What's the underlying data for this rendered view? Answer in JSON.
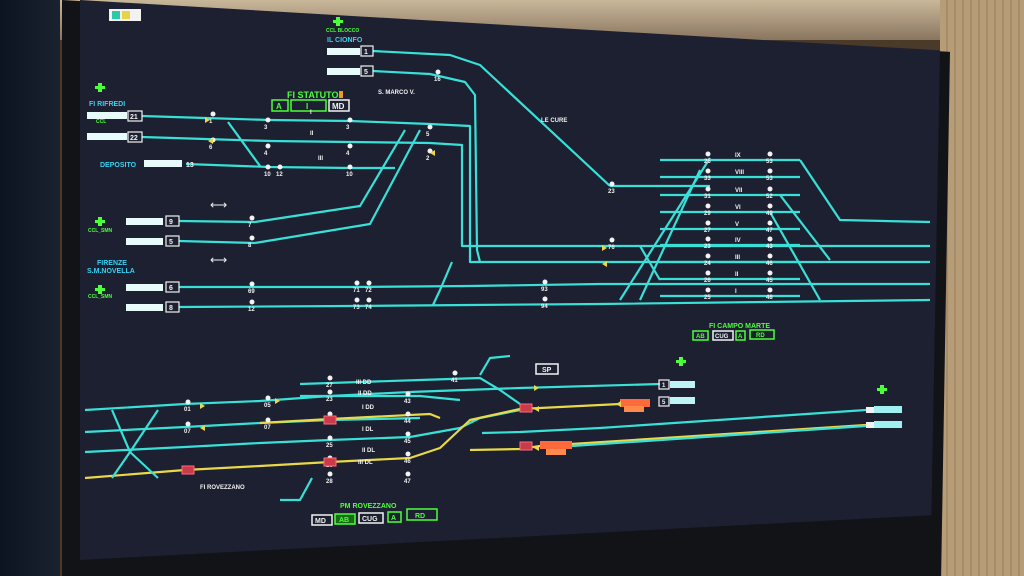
{
  "app": {
    "type": "railway interlocking / signalling control panel",
    "indicator_colors": [
      "#2ec7a8",
      "#e8d24a"
    ]
  },
  "colors": {
    "track": "#38e0d8",
    "route_set": "#e8d84a",
    "occupied": "#ff5a3a",
    "label_cyan": "#3ad0f0",
    "label_green": "#4dff3a",
    "label_white": "#f2f2f2",
    "background": "#1c2030"
  },
  "stations": {
    "fi_statuto": {
      "name": "FI STATUTO",
      "buttons": [
        {
          "label": "A",
          "style": "green"
        },
        {
          "label": "I",
          "style": "green"
        },
        {
          "label": "MD",
          "style": "white"
        }
      ],
      "status_lamp": "#e89a2a"
    },
    "fi_campo_marte": {
      "name": "FI CAMPO MARTE",
      "buttons": [
        {
          "label": "AB",
          "style": "green"
        },
        {
          "label": "CUG",
          "style": "white"
        },
        {
          "label": "A",
          "style": "green"
        },
        {
          "label": "RD",
          "style": "green"
        }
      ]
    },
    "pm_rovezzano": {
      "name": "PM ROVEZZANO",
      "buttons": [
        {
          "label": "MD",
          "style": "white"
        },
        {
          "label": "AB",
          "style": "green"
        },
        {
          "label": "CUG",
          "style": "white"
        },
        {
          "label": "A",
          "style": "green"
        },
        {
          "label": "RD",
          "style": "green"
        }
      ]
    }
  },
  "place_labels": {
    "fi_rifredi": "FI RIFREDI",
    "il_cionfo": "IL CIONFO",
    "deposito": "DEPOSITO",
    "firenze_smn_1": "FIRENZE",
    "firenze_smn_2": "S.M.NOVELLA",
    "s_marco_v": "S. MARCO V.",
    "le_cure": "LE CURE",
    "fi_rovezzano": "FI ROVEZZANO",
    "sp_button": "SP",
    "ccl_rifredi": "CCL",
    "ccl_cionfo": "CCL BLOCCO",
    "ccl_smn_1": "CCL_SMN",
    "ccl_smn_2": "CCL_SMN"
  },
  "entry_tracks": {
    "rifredi": [
      "21",
      "22"
    ],
    "cionfo": [
      "1",
      "5"
    ],
    "deposito": [
      "13"
    ],
    "smn_upper": [
      "9",
      "5"
    ],
    "smn_lower": [
      "6",
      "8"
    ],
    "east_upper": [
      "1",
      "5"
    ]
  },
  "track_roman_numerals": {
    "statuto": [
      "I",
      "II",
      "III"
    ],
    "campo_marte": [
      "IX",
      "VIII",
      "VII",
      "VI",
      "V",
      "IV",
      "III",
      "II",
      "I"
    ],
    "rovezzano": [
      "III DD",
      "II DD",
      "I DD",
      "I DL",
      "II DL",
      "III DL"
    ]
  },
  "signal_numbers": {
    "statuto": [
      "1",
      "3",
      "3",
      "5",
      "6",
      "4",
      "4",
      "2",
      "10",
      "12",
      "10",
      "16"
    ],
    "smn": [
      "7",
      "8",
      "69",
      "12"
    ],
    "line": [
      "71",
      "72",
      "73",
      "74",
      "93",
      "94"
    ],
    "campo_marte_west": [
      "23",
      "25",
      "33",
      "31",
      "29",
      "27",
      "23",
      "24",
      "26",
      "25",
      "76"
    ],
    "campo_marte_east": [
      "53",
      "53",
      "52",
      "49",
      "47",
      "43",
      "46",
      "45",
      "48"
    ],
    "rovezzano": [
      "01",
      "05",
      "07",
      "07",
      "27",
      "23",
      "24",
      "25",
      "26",
      "28",
      "41",
      "43",
      "44",
      "45",
      "46",
      "47"
    ]
  },
  "arrows": {
    "double_arrow_1": "⟷",
    "double_arrow_2": "⟷"
  }
}
